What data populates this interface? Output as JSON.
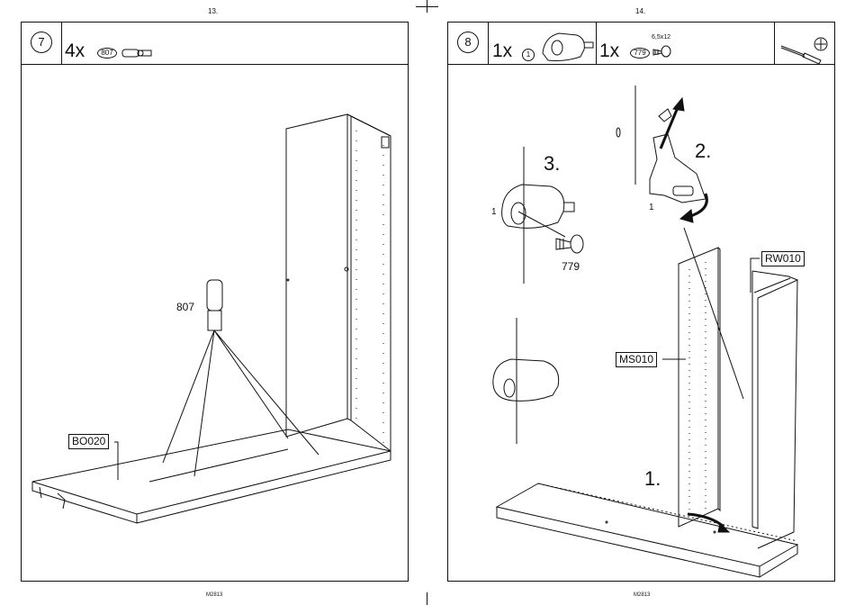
{
  "pages": [
    {
      "page_number": "13.",
      "footer": "M2813",
      "step": "7",
      "parts": [
        {
          "qty": "4x",
          "code": "807"
        }
      ],
      "labels": {
        "dowel": "807",
        "board": "BO020"
      }
    },
    {
      "page_number": "14.",
      "footer": "M2813",
      "step": "8",
      "parts": [
        {
          "qty": "1x",
          "code": "1"
        },
        {
          "qty": "1x",
          "code": "779",
          "size": "6,5x12"
        }
      ],
      "labels": {
        "step1": "1.",
        "step2": "2.",
        "step3": "3.",
        "bracket_a": "1",
        "bracket_b": "1",
        "screw": "779",
        "side_panel": "MS010",
        "back_panel": "RW010"
      }
    }
  ],
  "icons": [
    "screwdriver-icon",
    "phillips-head-icon",
    "dowel-icon",
    "connector-bracket-icon",
    "screw-icon"
  ]
}
